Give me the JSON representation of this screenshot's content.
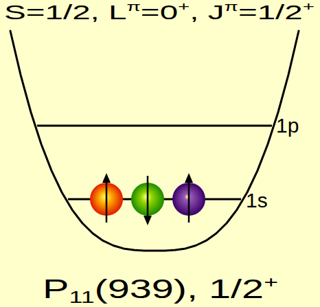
{
  "diagram": {
    "labels": [
      "S=1/2, L",
      "π",
      "=0",
      "+",
      ", J",
      "π",
      "=1/2",
      "+",
      "1p",
      "1s",
      "P",
      "11",
      "(939), 1/2",
      "+"
    ]
  }
}
